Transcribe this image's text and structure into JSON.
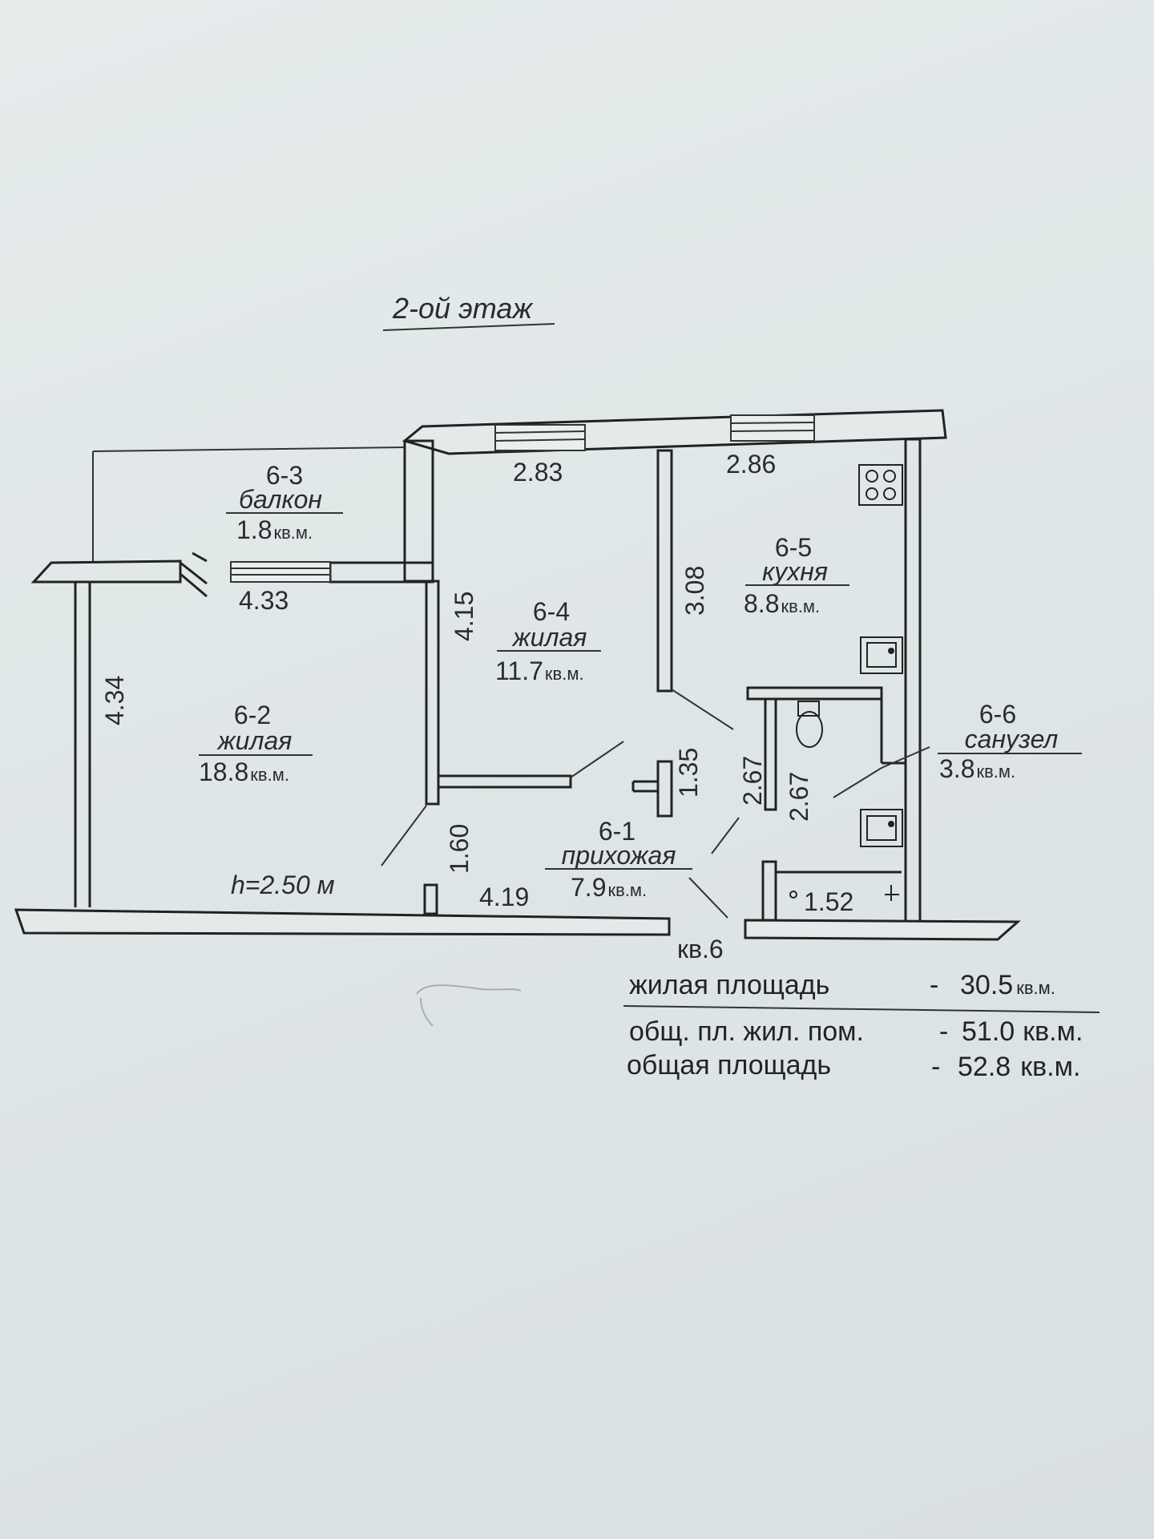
{
  "floor_title": "2-ой этаж",
  "rooms": [
    {
      "id": "6-3",
      "name": "балкон",
      "area": "1.8",
      "unit": "кв.м."
    },
    {
      "id": "6-4",
      "name": "жилая",
      "area": "11.7",
      "unit": "кв.м."
    },
    {
      "id": "6-5",
      "name": "кухня",
      "area": "8.8",
      "unit": "кв.м."
    },
    {
      "id": "6-2",
      "name": "жилая",
      "area": "18.8",
      "unit": "кв.м."
    },
    {
      "id": "6-6",
      "name": "санузел",
      "area": "3.8",
      "unit": "кв.м."
    },
    {
      "id": "6-1",
      "name": "прихожая",
      "area": "7.9",
      "unit": "кв.м."
    }
  ],
  "dimensions": {
    "d283": "2.83",
    "d286": "2.86",
    "d433": "4.33",
    "d415": "4.15",
    "d308": "3.08",
    "d434": "4.34",
    "d135": "1.35",
    "d267a": "2.67",
    "d267b": "2.67",
    "d160": "1.60",
    "d419": "4.19",
    "d152": "1.52"
  },
  "ceiling_height": "h=2.50 м",
  "apartment": "кв.6",
  "summary": [
    {
      "label": "жилая площадь",
      "dash": "-",
      "value": "30.5",
      "unit": "кв.м."
    },
    {
      "label": "общ. пл. жил. пом.",
      "dash": "-",
      "value": "51.0",
      "unit": "кв.м."
    },
    {
      "label": "общая площадь",
      "dash": "-",
      "value": "52.8",
      "unit": "кв.м."
    }
  ]
}
